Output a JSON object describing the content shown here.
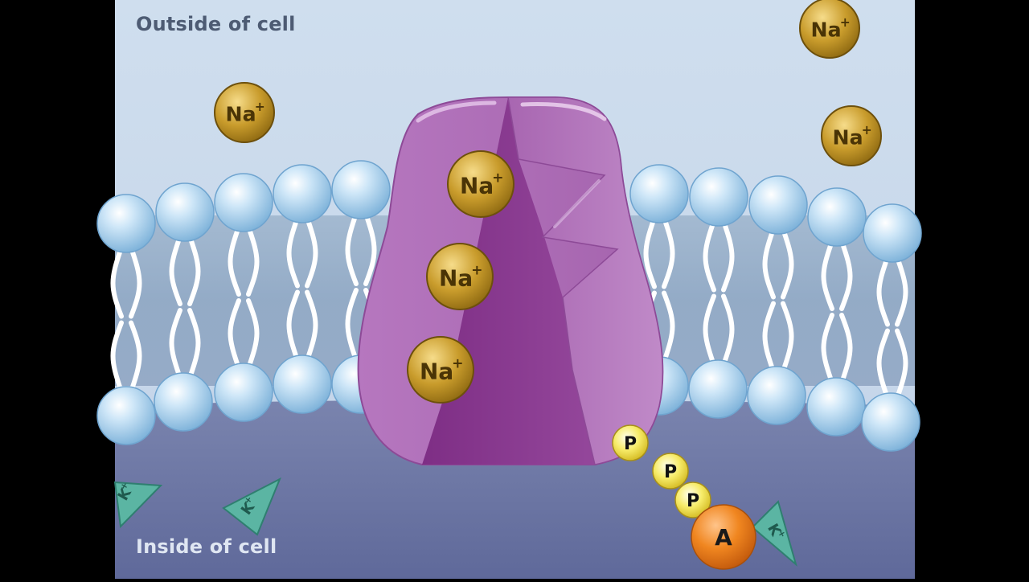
{
  "labels": {
    "outside": "Outside of cell",
    "inside": "Inside of cell"
  },
  "ion_labels": {
    "sodium_symbol": "Na",
    "sodium_charge": "+",
    "potassium_symbol": "K",
    "potassium_charge": "+",
    "phosphate": "P",
    "adenosine": "A"
  },
  "colors": {
    "outside_fluid": "#c9d8ea",
    "inside_fluid": "#6f78a4",
    "phospholipid_head": "#b9dcf4",
    "pump_protein": "#a766b0",
    "sodium_ion": "#caa030",
    "potassium_ion": "#5bb5a3",
    "phosphate": "#f5e85a",
    "adenosine": "#f08a22"
  }
}
